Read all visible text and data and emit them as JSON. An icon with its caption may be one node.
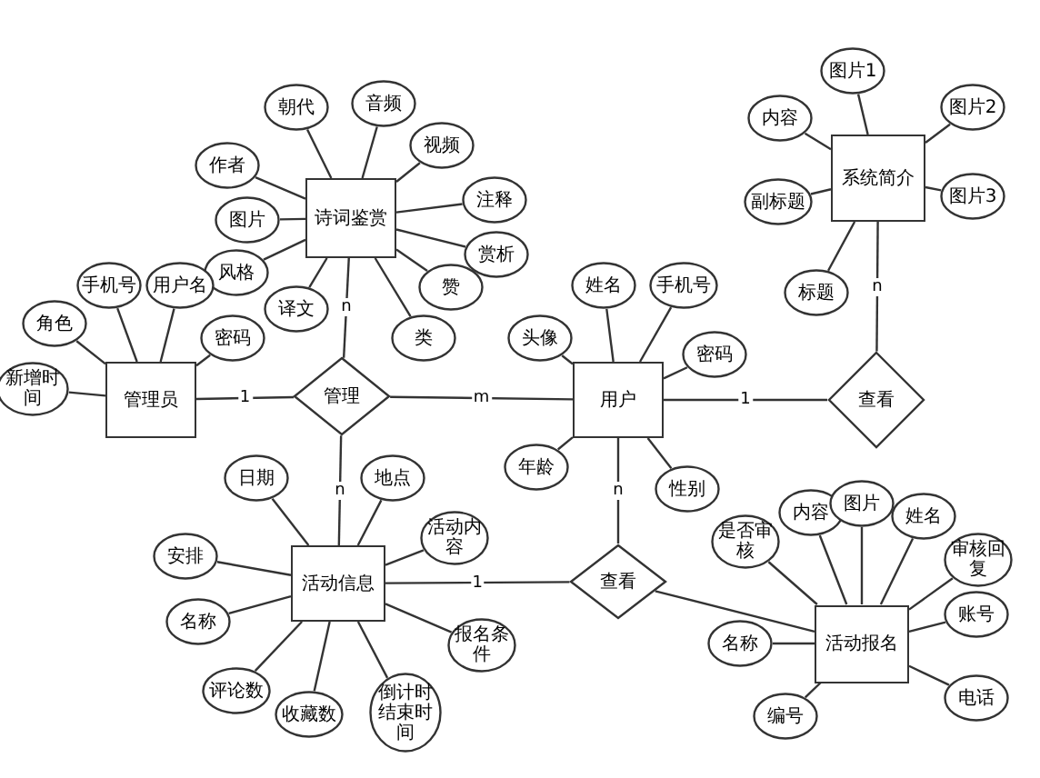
{
  "diagram": {
    "nodes": [
      {
        "text": [
          "诗词鉴赏"
        ]
      },
      {
        "text": [
          "朝代"
        ]
      },
      {
        "text": [
          "音频"
        ]
      },
      {
        "text": [
          "视频"
        ]
      },
      {
        "text": [
          "注释"
        ]
      },
      {
        "text": [
          "赏析"
        ]
      },
      {
        "text": [
          "赞"
        ]
      },
      {
        "text": [
          "类"
        ]
      },
      {
        "text": [
          "作者"
        ]
      },
      {
        "text": [
          "图片"
        ]
      },
      {
        "text": [
          "风格"
        ]
      },
      {
        "text": [
          "译文"
        ]
      },
      {
        "text": [
          "管理员"
        ]
      },
      {
        "text": [
          "新增时间"
        ]
      },
      {
        "text": [
          "角色"
        ]
      },
      {
        "text": [
          "手机号"
        ]
      },
      {
        "text": [
          "用户名"
        ]
      },
      {
        "text": [
          "密码"
        ]
      },
      {
        "text": [
          "管理"
        ]
      },
      {
        "text": [
          "用户"
        ]
      },
      {
        "text": [
          "头像"
        ]
      },
      {
        "text": [
          "姓名"
        ]
      },
      {
        "text": [
          "手机号"
        ]
      },
      {
        "text": [
          "密码"
        ]
      },
      {
        "text": [
          "年龄"
        ]
      },
      {
        "text": [
          "性别"
        ]
      },
      {
        "text": [
          "查看"
        ]
      },
      {
        "text": [
          "系统简介"
        ]
      },
      {
        "text": [
          "图片1"
        ]
      },
      {
        "text": [
          "图片2"
        ]
      },
      {
        "text": [
          "图片3"
        ]
      },
      {
        "text": [
          "内容"
        ]
      },
      {
        "text": [
          "副标题"
        ]
      },
      {
        "text": [
          "标题"
        ]
      },
      {
        "text": [
          "活动信息"
        ]
      },
      {
        "text": [
          "日期"
        ]
      },
      {
        "text": [
          "地点"
        ]
      },
      {
        "text": [
          "活动内容"
        ]
      },
      {
        "text": [
          "安排"
        ]
      },
      {
        "text": [
          "名称"
        ]
      },
      {
        "text": [
          "评论数"
        ]
      },
      {
        "text": [
          "收藏数"
        ]
      },
      {
        "text": [
          "倒计时结束时间"
        ]
      },
      {
        "text": [
          "报名条件"
        ]
      },
      {
        "text": [
          "查看"
        ]
      },
      {
        "text": [
          "活动报名"
        ]
      },
      {
        "text": [
          "是否审核"
        ]
      },
      {
        "text": [
          "内容"
        ]
      },
      {
        "text": [
          "图片"
        ]
      },
      {
        "text": [
          "姓名"
        ]
      },
      {
        "text": [
          "审核回复"
        ]
      },
      {
        "text": [
          "账号"
        ]
      },
      {
        "text": [
          "名称"
        ]
      },
      {
        "text": [
          "编号"
        ]
      },
      {
        "text": [
          "电话"
        ]
      }
    ],
    "edges": [
      {
        "from": 0,
        "to": 1,
        "arrow": "none"
      },
      {
        "from": 0,
        "to": 2,
        "arrow": "none"
      },
      {
        "from": 0,
        "to": 3,
        "arrow": "none"
      },
      {
        "from": 0,
        "to": 4,
        "arrow": "none"
      },
      {
        "from": 0,
        "to": 5,
        "arrow": "none"
      },
      {
        "from": 0,
        "to": 6,
        "arrow": "none"
      },
      {
        "from": 0,
        "to": 7,
        "arrow": "none"
      },
      {
        "from": 0,
        "to": 8,
        "arrow": "none"
      },
      {
        "from": 0,
        "to": 9,
        "arrow": "none"
      },
      {
        "from": 0,
        "to": 10,
        "arrow": "none"
      },
      {
        "from": 0,
        "to": 11,
        "arrow": "none"
      },
      {
        "from": 12,
        "to": 13,
        "arrow": "none"
      },
      {
        "from": 12,
        "to": 14,
        "arrow": "none"
      },
      {
        "from": 12,
        "to": 15,
        "arrow": "none"
      },
      {
        "from": 12,
        "to": 16,
        "arrow": "none"
      },
      {
        "from": 12,
        "to": 17,
        "arrow": "none"
      },
      {
        "from": 19,
        "to": 20,
        "arrow": "none"
      },
      {
        "from": 19,
        "to": 21,
        "arrow": "none"
      },
      {
        "from": 19,
        "to": 22,
        "arrow": "none"
      },
      {
        "from": 19,
        "to": 23,
        "arrow": "none"
      },
      {
        "from": 19,
        "to": 24,
        "arrow": "none"
      },
      {
        "from": 19,
        "to": 25,
        "arrow": "none"
      },
      {
        "from": 27,
        "to": 28,
        "arrow": "none"
      },
      {
        "from": 27,
        "to": 29,
        "arrow": "none"
      },
      {
        "from": 27,
        "to": 30,
        "arrow": "none"
      },
      {
        "from": 27,
        "to": 31,
        "arrow": "none"
      },
      {
        "from": 27,
        "to": 32,
        "arrow": "none"
      },
      {
        "from": 27,
        "to": 33,
        "arrow": "none"
      },
      {
        "from": 34,
        "to": 35,
        "arrow": "none"
      },
      {
        "from": 34,
        "to": 36,
        "arrow": "none"
      },
      {
        "from": 34,
        "to": 37,
        "arrow": "none"
      },
      {
        "from": 34,
        "to": 38,
        "arrow": "none"
      },
      {
        "from": 34,
        "to": 39,
        "arrow": "none"
      },
      {
        "from": 34,
        "to": 40,
        "arrow": "none"
      },
      {
        "from": 34,
        "to": 41,
        "arrow": "none"
      },
      {
        "from": 34,
        "to": 42,
        "arrow": "none"
      },
      {
        "from": 34,
        "to": 43,
        "arrow": "none"
      },
      {
        "from": 45,
        "to": 46,
        "arrow": "none"
      },
      {
        "from": 45,
        "to": 47,
        "arrow": "none"
      },
      {
        "from": 45,
        "to": 48,
        "arrow": "none"
      },
      {
        "from": 45,
        "to": 49,
        "arrow": "none"
      },
      {
        "from": 45,
        "to": 50,
        "arrow": "none"
      },
      {
        "from": 45,
        "to": 51,
        "arrow": "none"
      },
      {
        "from": 45,
        "to": 52,
        "arrow": "none"
      },
      {
        "from": 45,
        "to": 53,
        "arrow": "none"
      },
      {
        "from": 45,
        "to": 54,
        "arrow": "none"
      },
      {
        "from": 12,
        "to": 18,
        "arrow": "none",
        "label": "1"
      },
      {
        "from": 18,
        "to": 19,
        "arrow": "none",
        "label": "m"
      },
      {
        "from": 0,
        "to": 18,
        "arrow": "none",
        "label": "n"
      },
      {
        "from": 18,
        "to": 34,
        "arrow": "none",
        "label": "n"
      },
      {
        "from": 19,
        "to": 26,
        "arrow": "none",
        "label": "1"
      },
      {
        "from": 27,
        "to": 26,
        "arrow": "none",
        "label": "n"
      },
      {
        "from": 19,
        "to": 44,
        "arrow": "none",
        "label": "n"
      },
      {
        "from": 34,
        "to": 44,
        "arrow": "none",
        "label": "1"
      },
      {
        "from": 44,
        "to": 45,
        "arrow": "none"
      }
    ]
  }
}
